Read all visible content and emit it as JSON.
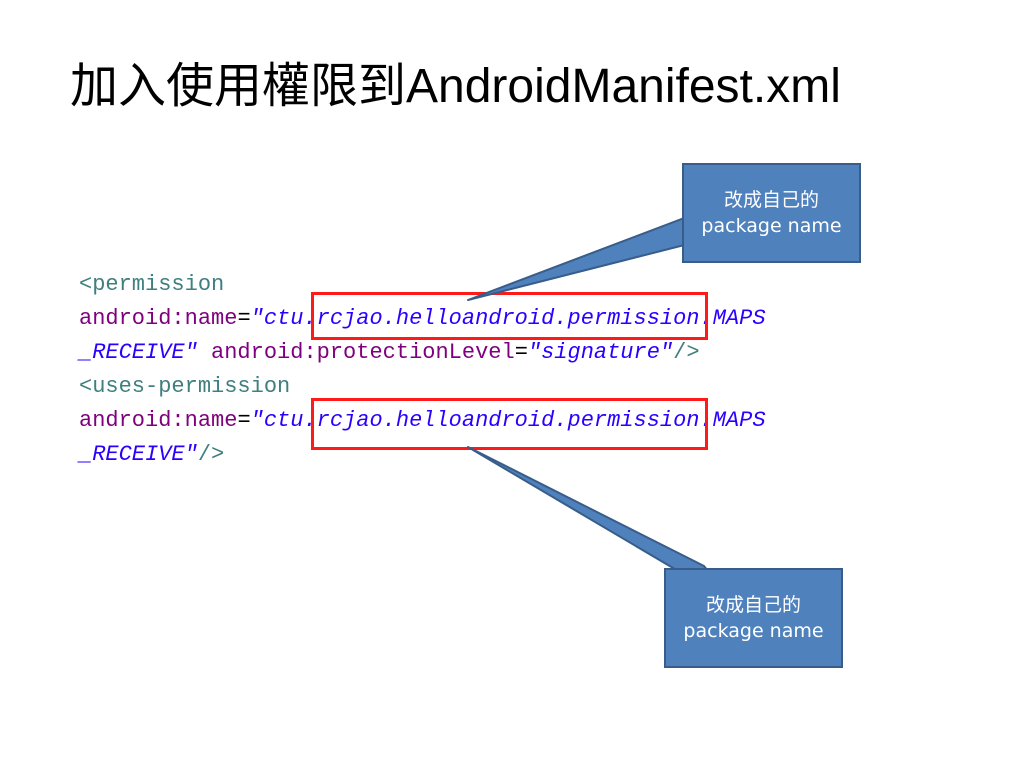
{
  "title": {
    "cjk": "加入使用權限到",
    "latin": "AndroidManifest.xml"
  },
  "code": {
    "line1_tag": "<permission",
    "line2_attr": "android:name",
    "line2_eq": "=",
    "line2_val": "\"ctu.rcjao.helloandroid.permission.MAPS",
    "line3_val": "_RECEIVE\"",
    "line3_attr": " android:protectionLevel",
    "line3_eq": "=",
    "line3_val2": "\"signature\"",
    "line3_close": "/>",
    "line4_tag": "<uses-permission",
    "line5_attr": "android:name",
    "line5_eq": "=",
    "line5_val": "\"ctu.rcjao.helloandroid.permission.MAPS",
    "line6_val": "_RECEIVE\"",
    "line6_close": "/>"
  },
  "callouts": {
    "top": {
      "line1": "改成自己的",
      "line2": "package name"
    },
    "bottom": {
      "line1": "改成自己的",
      "line2": "package name"
    }
  },
  "colors": {
    "tag": "#3f7f7f",
    "attribute": "#7f007f",
    "value": "#2a00ff",
    "highlight": "#ff1a1a",
    "callout_fill": "#4f81bd",
    "callout_border": "#385d8a"
  }
}
